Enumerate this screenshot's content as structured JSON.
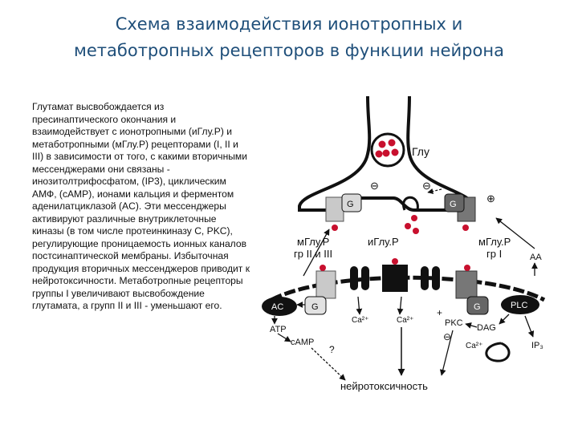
{
  "title": {
    "line1": "Схема взаимодействия ионотропных и",
    "line2": "метаботропных рецепторов в функции нейрона"
  },
  "description": "Глутамат высвобождается из пресинаптического окончания и взаимодействует с ионотропными (иГлу.Р) и метаботропными (мГлу.Р) рецепторами (I, II и III) в зависимости от того, с какими вторичными мессенджерами они связаны - инозитолтрифосфатом, (IP3), циклическим АМФ, (cAMP), ионами кальция и ферментом аденилатциклазой (AC). Эти мессенджеры активируют различные внутриклеточные киназы (в том числе протеинкиназу С, PKC), регулирующие проницаемость ионных каналов постсинаптической мембраны. Избыточная продукция вторичных мессенджеров приводит к нейротоксичности. Метаботропные рецепторы группы I увеличивают высвобождение глутамата, а групп II и III - уменьшают его.",
  "diagram": {
    "glu": "Глу",
    "g_left_pre": "G",
    "g_right_pre": "G",
    "minus_pre_left": "⊖",
    "minus_pre_mid": "⊖",
    "plus_pre_right": "⊕",
    "mglur_left_line1": "мГлу.Р",
    "mglur_left_line2": "гр II и III",
    "iglur": "иГлу.Р",
    "mglur_right_line1": "мГлу.Р",
    "mglur_right_line2": "гр I",
    "aa": "AA",
    "ac": "AC",
    "plc": "PLC",
    "g_left_post": "G",
    "g_right_post": "G",
    "ca_left": "Ca²⁺",
    "ca_mid": "Ca²⁺",
    "ca_right": "Ca²⁺",
    "atp": "ATP",
    "camp": "cAMP",
    "pkc": "PKC",
    "dag": "DAG",
    "ip3": "IP₃",
    "question": "?",
    "plus_post": "+",
    "minus_post": "⊖",
    "neurotox": "нейротоксичность"
  }
}
